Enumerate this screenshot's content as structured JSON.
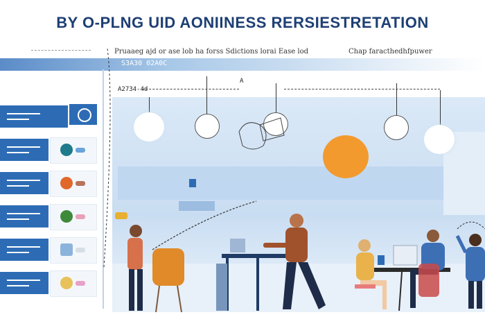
{
  "title": "BY  O-PLNG UID AONIINESS RERSIESTRETATION",
  "subtitle_left": "Pruaaeg ajd  or ase lob ha forss Sdictions lorai Ease lod",
  "subtitle_right": "Chap faracthedhfpuwer",
  "band_label": "S3A30 02A0C",
  "small_label": "A2734-4d",
  "small_label2": "A",
  "colors": {
    "accent": "#2d6cb5",
    "orange": "#f29a2e",
    "title": "#1d3f73"
  }
}
